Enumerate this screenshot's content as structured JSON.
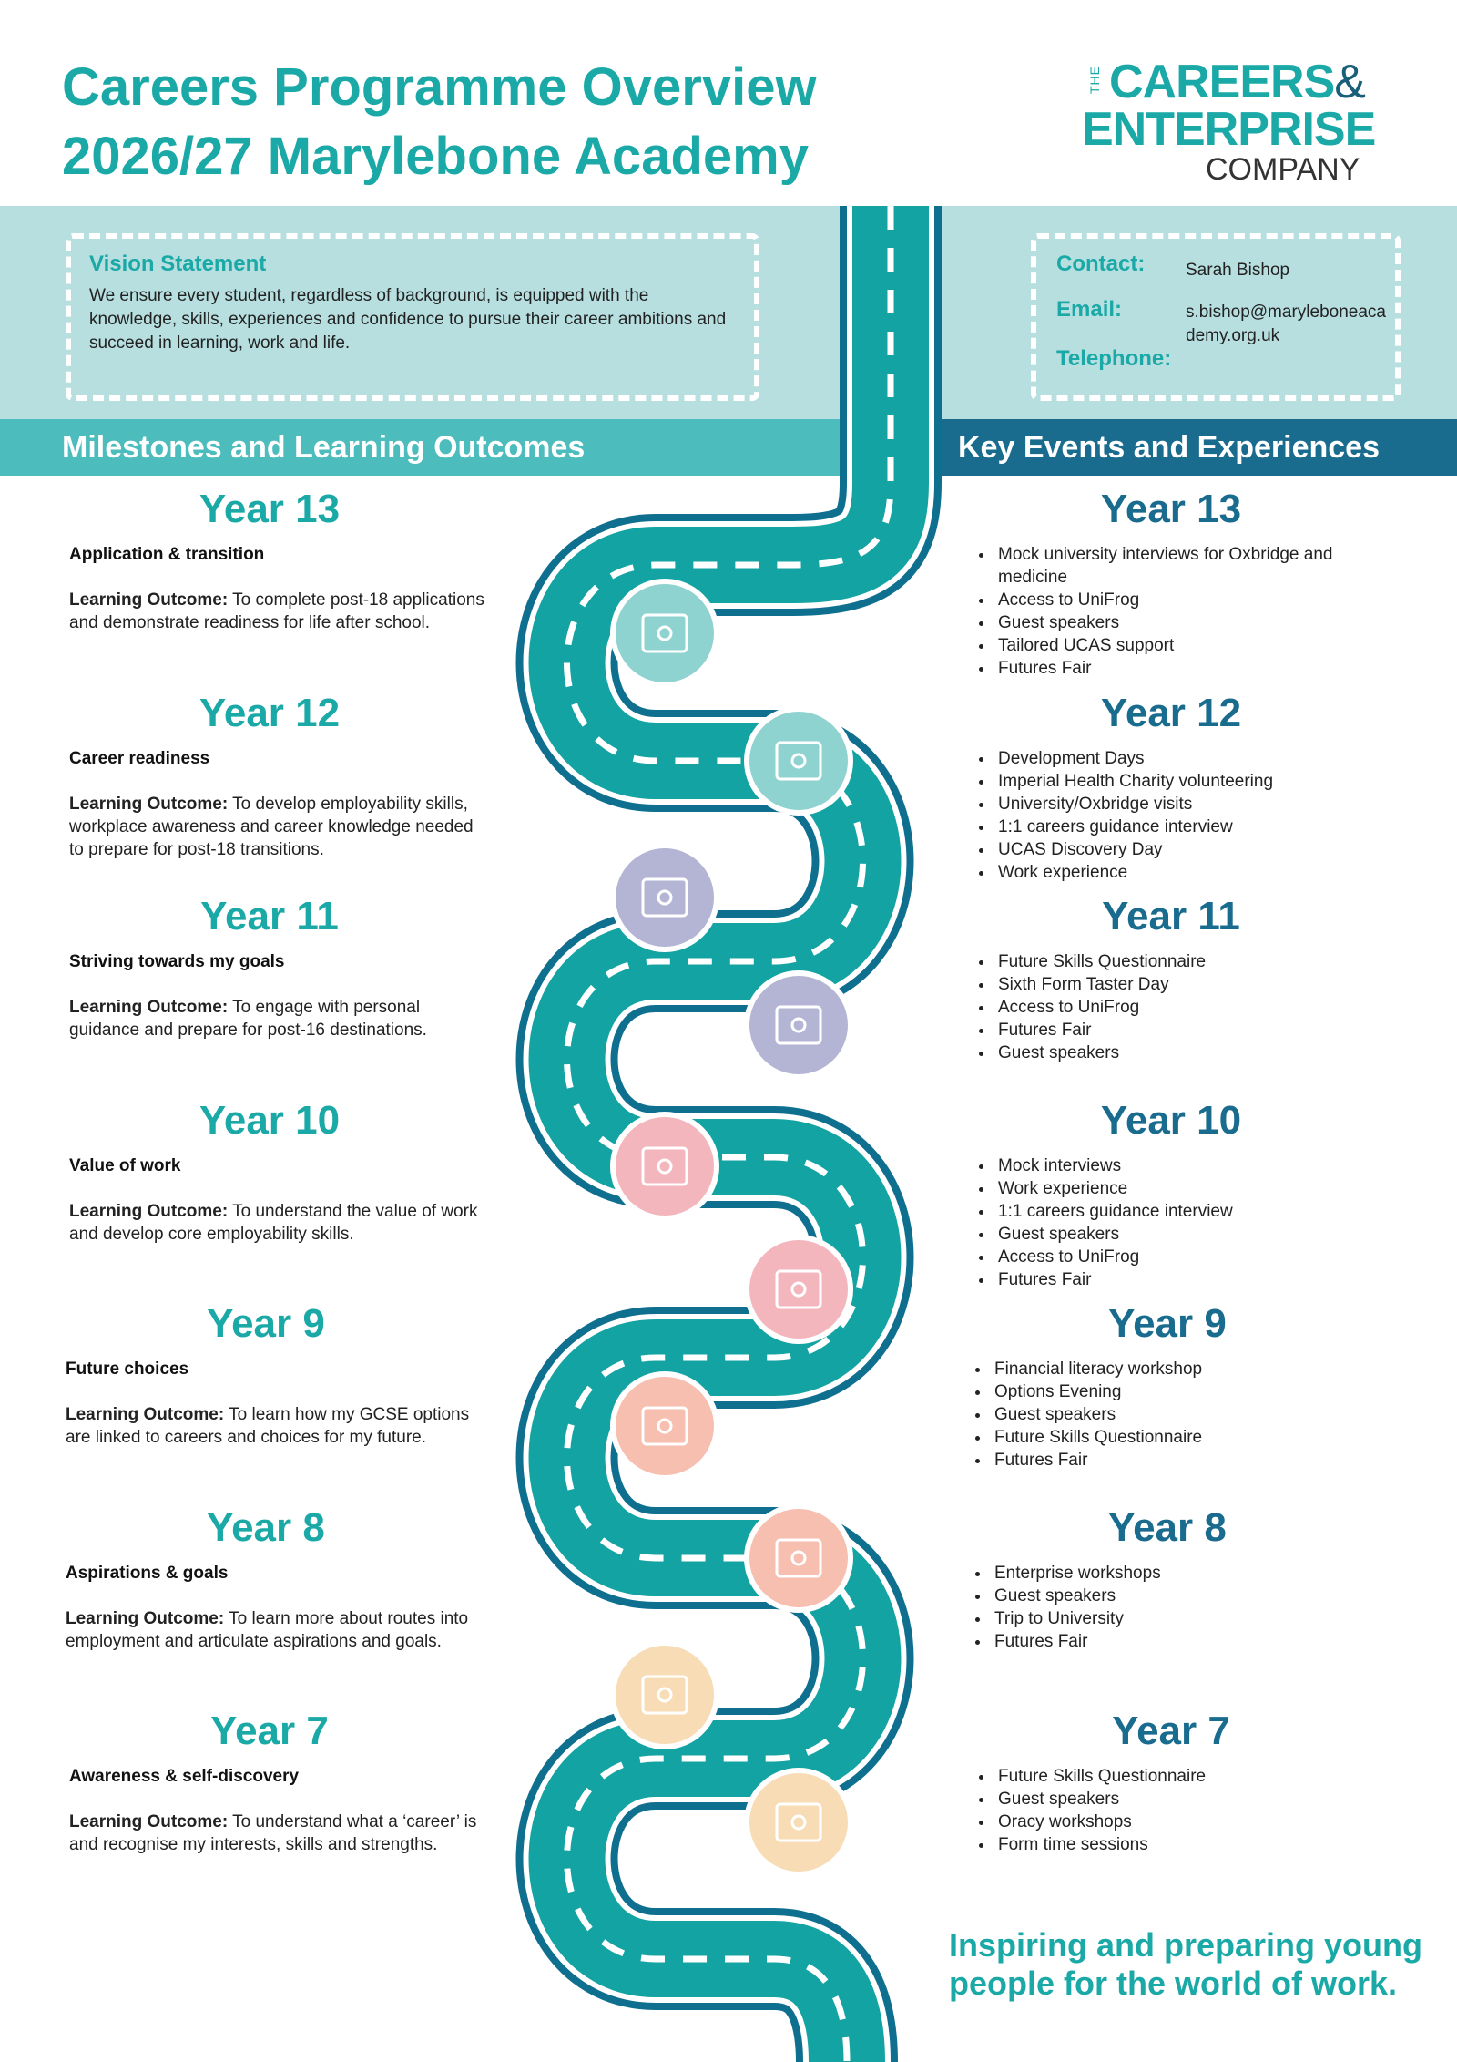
{
  "header": {
    "title_line1": "Careers Programme Overview",
    "title_line2": "2026/27  Marylebone Academy"
  },
  "logo": {
    "the": "THE",
    "line1": "CAREERS",
    "amp": "&",
    "line2": "ENTERPRISE",
    "line3": "COMPANY"
  },
  "vision": {
    "heading": "Vision Statement",
    "text": "We ensure every student, regardless of background, is equipped with the knowledge, skills, experiences and confidence to pursue their career ambitions and succeed in learning, work and life."
  },
  "contact": {
    "contact_label": "Contact:",
    "contact_value": "Sarah Bishop",
    "email_label": "Email:",
    "email_value": "s.bishop@maryleboneacademy.org.uk",
    "telephone_label": "Telephone:",
    "telephone_value": ""
  },
  "sections": {
    "left": "Milestones and Learning Outcomes",
    "right": "Key Events and Experiences"
  },
  "lo_label": "Learning Outcome:",
  "milestones": [
    {
      "year": "Year 13",
      "milestone": "Application & transition",
      "outcome": " To complete post-18 applications and demonstrate readiness for life after school."
    },
    {
      "year": "Year 12",
      "milestone": "Career readiness",
      "outcome": " To develop employability skills, workplace awareness and career knowledge needed to prepare for post-18 transitions."
    },
    {
      "year": "Year 11",
      "milestone": "Striving towards my goals",
      "outcome": " To engage with personal guidance and prepare for post-16 destinations."
    },
    {
      "year": "Year 10",
      "milestone": "Value of work",
      "outcome": " To understand the value of work and develop core employability skills."
    },
    {
      "year": "Year 9",
      "milestone": "Future choices",
      "outcome": " To learn how my GCSE options are linked to careers and choices for my future."
    },
    {
      "year": "Year 8",
      "milestone": "Aspirations & goals",
      "outcome": " To learn more about routes into employment and articulate aspirations and goals."
    },
    {
      "year": "Year 7",
      "milestone": "Awareness & self-discovery",
      "outcome": " To understand what a ‘career’ is and recognise my interests, skills and strengths."
    }
  ],
  "events": [
    {
      "year": "Year 13",
      "items": [
        "Mock university interviews for Oxbridge and medicine",
        "Access to UniFrog",
        "Guest speakers",
        "Tailored UCAS support",
        "Futures Fair"
      ]
    },
    {
      "year": "Year 12",
      "items": [
        "Development Days",
        "Imperial Health Charity volunteering",
        "University/Oxbridge visits",
        "1:1 careers guidance interview",
        "UCAS Discovery Day",
        "Work experience"
      ]
    },
    {
      "year": "Year 11",
      "items": [
        "Future Skills Questionnaire",
        "Sixth Form Taster Day",
        "Access to UniFrog",
        "Futures Fair",
        "Guest speakers"
      ]
    },
    {
      "year": "Year 10",
      "items": [
        "Mock interviews",
        "Work experience",
        "1:1 careers guidance interview",
        "Guest speakers",
        "Access to UniFrog",
        "Futures Fair"
      ]
    },
    {
      "year": "Year 9",
      "items": [
        "Financial literacy workshop",
        "Options Evening",
        "Guest speakers",
        "Future Skills Questionnaire",
        "Futures Fair"
      ]
    },
    {
      "year": "Year 8",
      "items": [
        "Enterprise workshops",
        "Guest speakers",
        "Trip to University",
        "Futures Fair"
      ]
    },
    {
      "year": "Year 7",
      "items": [
        "Future Skills Questionnaire",
        "Guest speakers",
        "Oracy workshops",
        "Form time sessions"
      ]
    }
  ],
  "road_icons": [
    {
      "name": "presentation-board-icon",
      "color": "#8fd3d1"
    },
    {
      "name": "reception-desk-icon",
      "color": "#8fd3d1"
    },
    {
      "name": "share-network-icon",
      "color": "#b4b5d4"
    },
    {
      "name": "thumbs-up-icon",
      "color": "#b4b5d4"
    },
    {
      "name": "calendar-icon",
      "color": "#f4b6bd"
    },
    {
      "name": "office-building-icon",
      "color": "#f4b6bd"
    },
    {
      "name": "school-building-icon",
      "color": "#f6bfb0"
    },
    {
      "name": "map-pins-icon",
      "color": "#f6bfb0"
    },
    {
      "name": "lightbulb-icon",
      "color": "#f7dcb5"
    },
    {
      "name": "group-people-icon",
      "color": "#f7dcb5"
    }
  ],
  "colors": {
    "teal": "#1aa9a6",
    "dark_blue": "#1a6c8f",
    "band": "#b7dfe0",
    "road": "#14a3a3",
    "road_edge": "#0f6f8f"
  },
  "tagline": {
    "line1": "Inspiring and preparing young",
    "line2": "people for the world of work."
  }
}
